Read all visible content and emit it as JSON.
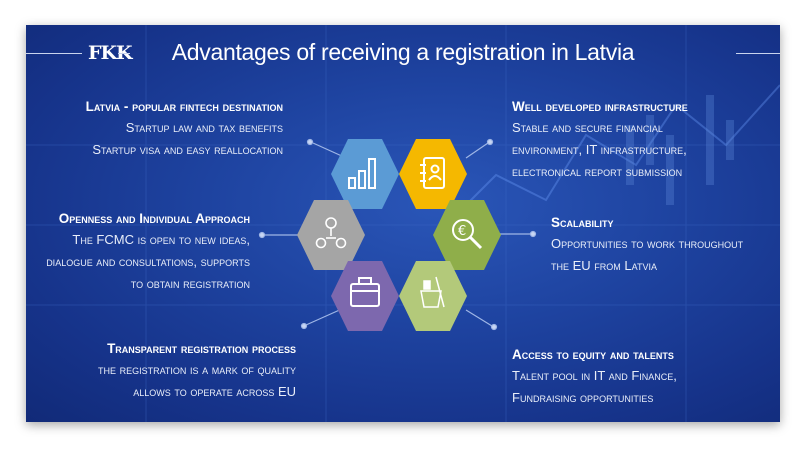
{
  "title": "Advantages of receiving a registration in Latvia",
  "logo": "FKK",
  "blocks": {
    "latvia": {
      "heading": "Latvia - popular fintech destination",
      "lines": [
        "Startup law and tax benefits",
        "Startup visa and easy reallocation"
      ]
    },
    "openness": {
      "heading": "Openness and Individual Approach",
      "lines": [
        "The FCMC is open to new ideas,",
        "dialogue and consultations, supports",
        "to obtain registration"
      ]
    },
    "transparent": {
      "heading": "Transparent registration process",
      "lines": [
        "the registration is a mark of quality",
        "allows to operate across EU"
      ]
    },
    "infrastructure": {
      "heading": "Well developed infrastructure",
      "lines": [
        "Stable and secure financial",
        "environment, IT infrastructure,",
        "electronical report submission"
      ]
    },
    "scalability": {
      "heading": "Scalability",
      "lines": [
        "Opportunities to work throughout",
        "the EU from Latvia"
      ]
    },
    "access": {
      "heading": "Access to equity and talents",
      "lines": [
        "Talent pool in IT and Finance,",
        "Fundraising opportunities"
      ]
    }
  },
  "hexagons": [
    {
      "name": "bar-chart",
      "color": "#5b9bd5",
      "icon": "bar-chart-icon"
    },
    {
      "name": "notebook",
      "color": "#f5b800",
      "icon": "notebook-icon"
    },
    {
      "name": "people",
      "color": "#a5a5a5",
      "icon": "people-network-icon"
    },
    {
      "name": "euro",
      "color": "#8fae4a",
      "icon": "euro-search-icon"
    },
    {
      "name": "briefcase",
      "color": "#7d68ae",
      "icon": "briefcase-icon"
    },
    {
      "name": "tools",
      "color": "#b3c97a",
      "icon": "bucket-tools-icon"
    }
  ]
}
